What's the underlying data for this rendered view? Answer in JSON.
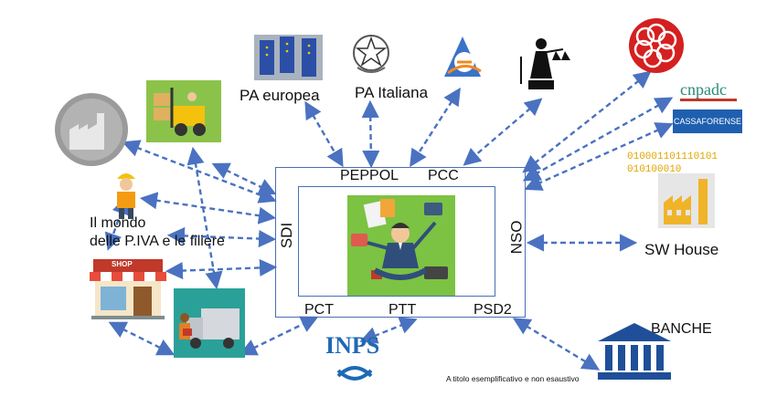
{
  "platform": {
    "top_labels": [
      "PEPPOL",
      "PCC"
    ],
    "left_label": "SDI",
    "right_label": "NSO",
    "bottom_labels": [
      "PCT",
      "PTT",
      "PSD2"
    ]
  },
  "nodes": {
    "pa_europea": "PA europea",
    "pa_italiana": "PA Italiana",
    "piva_line1": "Il mondo",
    "piva_line2": "delle P.IVA e le filiere",
    "shop_sign": "SHOP",
    "cnpadc": "cnpadc",
    "cassaforense": "CASSAFORENSE",
    "binary_line1": "010001101110101",
    "binary_line2": "010100010",
    "sw_house": "SW House",
    "inps": "INPS",
    "banche": "BANCHE"
  },
  "footnote": "A titolo esemplificativo e non esaustivo",
  "colors": {
    "arrow": "#4a72c0",
    "frame": "#4a6fb5",
    "center_bg": "#7cc243",
    "inps": "#1f69b5",
    "bank": "#1f4f99",
    "binary": "#e0a400",
    "cnpa_teal": "#2a8a7a",
    "cnpadc_red": "#c0392b",
    "cassa_blue": "#1f5fb0"
  }
}
